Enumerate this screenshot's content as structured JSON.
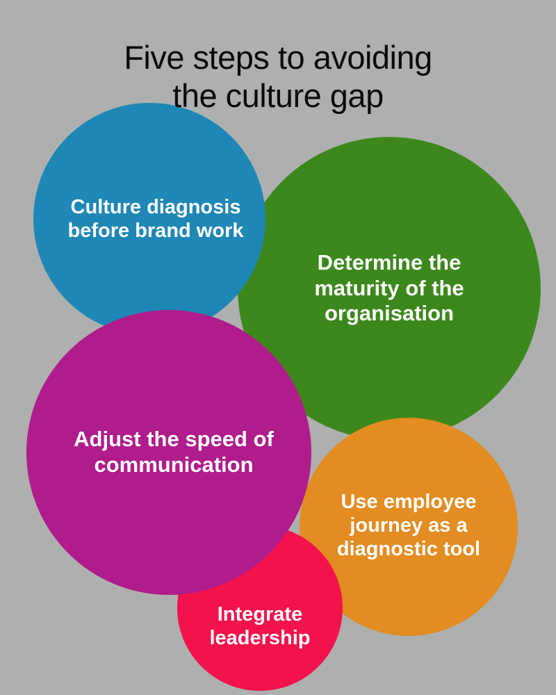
{
  "background_color": "#aeb0b0",
  "title": {
    "text": "Five steps to avoiding\nthe culture gap",
    "color": "#0a0a0a"
  },
  "bubbles": [
    {
      "id": "green",
      "label": "Determine the maturity of the organisation",
      "color": "#3d881c",
      "text_color": "#ffffff"
    },
    {
      "id": "orange",
      "label": "Use employee journey as a diagnostic tool",
      "color": "#e28c22",
      "text_color": "#ffffff"
    },
    {
      "id": "crimson",
      "label": "Integrate leadership",
      "color": "#f4124c",
      "text_color": "#ffffff"
    },
    {
      "id": "blue",
      "label": "Culture diagnosis before brand work",
      "color": "#1e87b5",
      "text_color": "#ffffff"
    },
    {
      "id": "magenta",
      "label": "Adjust the speed of communication",
      "color": "#b01c8b",
      "text_color": "#ffffff"
    }
  ]
}
